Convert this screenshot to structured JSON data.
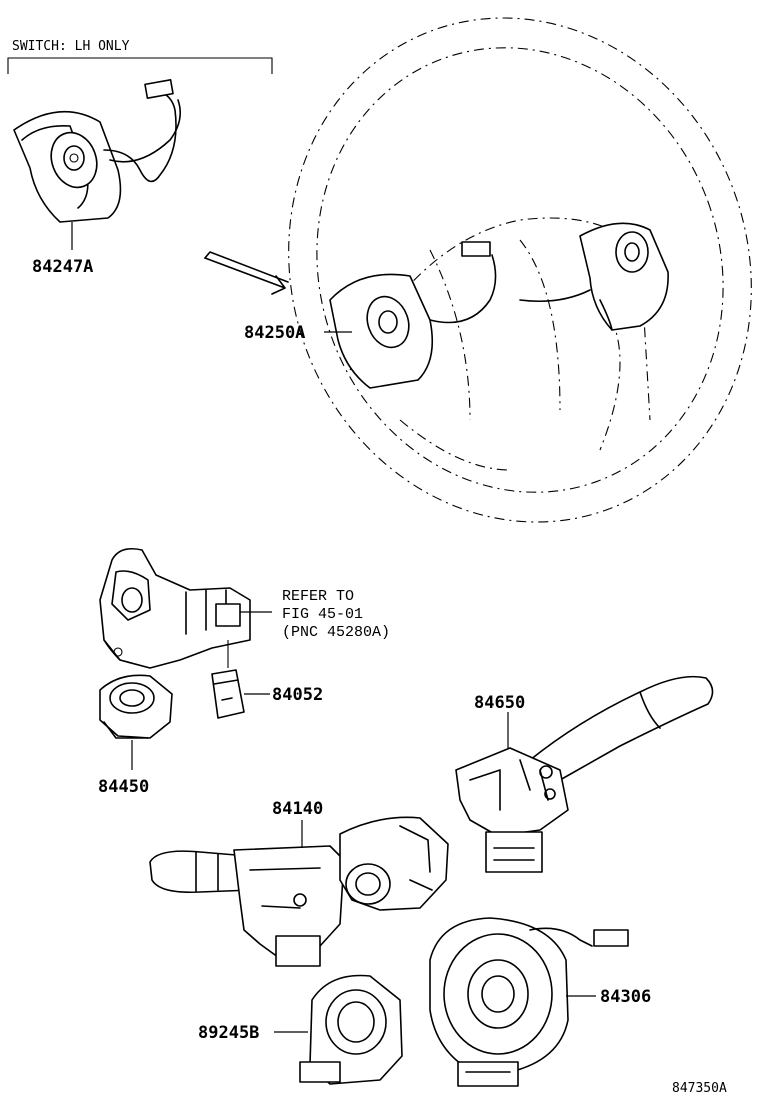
{
  "header": {
    "scope_note": "SWITCH: LH ONLY"
  },
  "callouts": {
    "p84247A": "84247A",
    "p84250A": "84250A",
    "p84052": "84052",
    "p84450": "84450",
    "p84650": "84650",
    "p84140": "84140",
    "p84306": "84306",
    "p89245B": "89245B"
  },
  "reference_note": {
    "line1": "REFER TO",
    "line2": "FIG 45-01",
    "line3": "(PNC 45280A)"
  },
  "figure_id": "847350A"
}
